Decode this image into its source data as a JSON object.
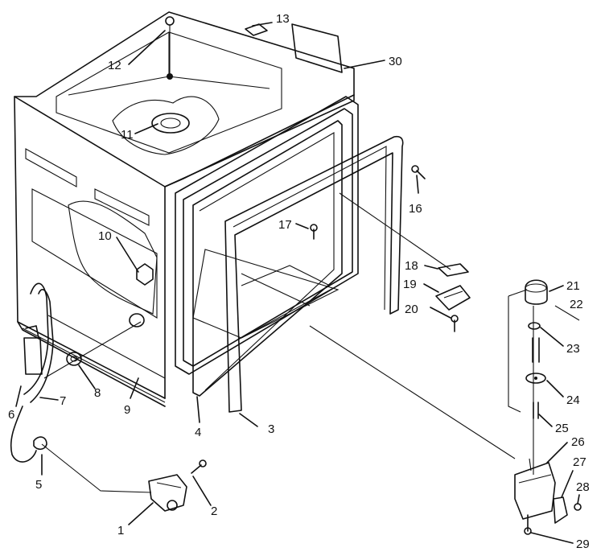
{
  "diagram": {
    "labels": [
      "1",
      "2",
      "3",
      "4",
      "5",
      "6",
      "7",
      "8",
      "9",
      "10",
      "11",
      "12",
      "13",
      "16",
      "17",
      "18",
      "19",
      "20",
      "21",
      "22",
      "23",
      "24",
      "25",
      "26",
      "27",
      "28",
      "29",
      "30"
    ]
  }
}
